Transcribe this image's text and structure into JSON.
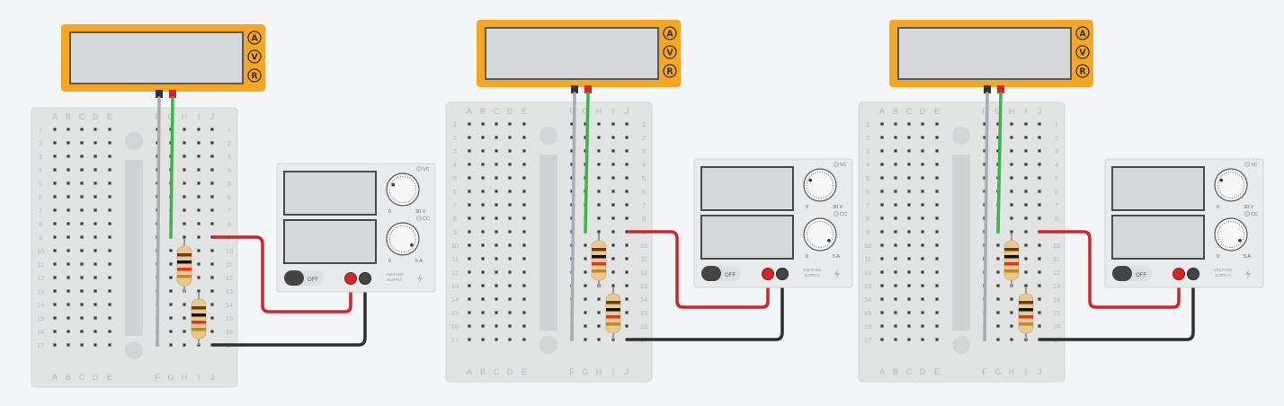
{
  "breadboard": {
    "columns_left": [
      "A",
      "B",
      "C",
      "D",
      "E"
    ],
    "columns_right": [
      "F",
      "G",
      "H",
      "I",
      "J"
    ],
    "rows": [
      "1",
      "2",
      "3",
      "4",
      "5",
      "6",
      "7",
      "8",
      "9",
      "10",
      "11",
      "12",
      "13",
      "14",
      "15",
      "16",
      "17"
    ]
  },
  "multimeter": {
    "modes": [
      "A",
      "V",
      "R"
    ]
  },
  "power_supply": {
    "voltage_knob": {
      "min_label": "0",
      "max_label": "30 V",
      "indicator": "VC"
    },
    "current_knob": {
      "min_label": "0",
      "max_label": "5 A",
      "indicator": "CC"
    },
    "switch_label": "OFF",
    "brand_line1": "VOLTAGE",
    "brand_line2": "SUPPLY"
  },
  "colors": {
    "multimeter_body": "#f5a623",
    "lcd": "#d5d8da",
    "board": "#e2e3e3",
    "wire_red": "#d0262b",
    "wire_black": "#2f2f2f",
    "wire_green": "#3bb54a",
    "wire_gray": "#a9acaf",
    "resistor_body": "#e8c990"
  },
  "circuits": [
    {
      "id": "circuit-1"
    },
    {
      "id": "circuit-2"
    },
    {
      "id": "circuit-3"
    }
  ]
}
